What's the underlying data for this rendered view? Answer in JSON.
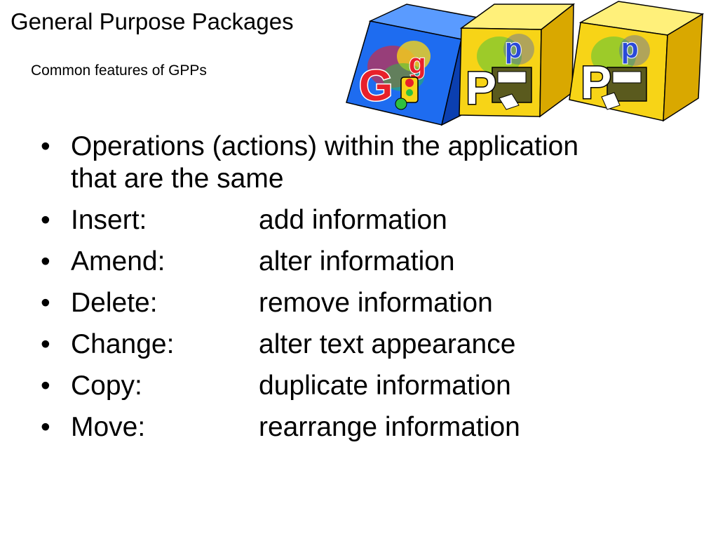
{
  "slide": {
    "title": "General Purpose Packages",
    "subtitle": "Common features of GPPs",
    "bullet_symbol": "•",
    "intro": {
      "line1": "Operations (actions) within the application",
      "line2": "that are the same"
    },
    "items": [
      {
        "term": "Insert:",
        "description": "add information"
      },
      {
        "term": "Amend:",
        "description": "alter information"
      },
      {
        "term": "Delete:",
        "description": "remove information"
      },
      {
        "term": "Change:",
        "description": "alter text appearance"
      },
      {
        "term": "Copy:",
        "description": "duplicate information"
      },
      {
        "term": "Move:",
        "description": "rearrange information"
      }
    ]
  },
  "clipart": {
    "cube1_letters": {
      "big": "G",
      "small": "g"
    },
    "cube2_letters": {
      "big": "P",
      "small": "p"
    },
    "cube3_letters": {
      "big": "P",
      "small": "p"
    },
    "colors": {
      "blue_cube": "#1e6cf0",
      "yellow_cube": "#f7d417",
      "piano": "#5a5a1e",
      "letter_red": "#e8202a",
      "letter_blue": "#2a4ad8"
    }
  }
}
